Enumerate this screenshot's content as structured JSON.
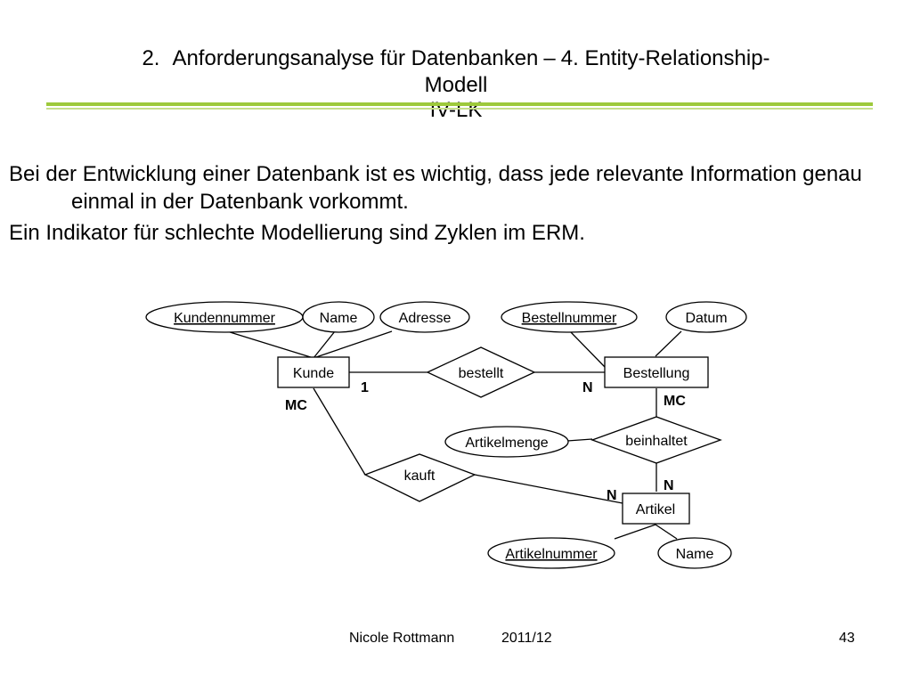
{
  "title": {
    "number": "2.",
    "text": "Anforderungsanalyse für Datenbanken",
    "separator": "–",
    "rest_line1": "4. Entity-Relationship-",
    "line2": "Modell",
    "line3": "IV-LK"
  },
  "body": {
    "paragraphs": [
      "Bei der Entwicklung einer Datenbank ist es wichtig, dass jede relevante Information genau einmal in der Datenbank vorkommt.",
      "Ein Indikator für schlechte Modellierung sind Zyklen im ERM."
    ]
  },
  "diagram": {
    "entities": {
      "kunde": "Kunde",
      "bestellung": "Bestellung",
      "artikel": "Artikel"
    },
    "relationships": {
      "bestellt": "bestellt",
      "beinhaltet": "beinhaltet",
      "kauft": "kauft"
    },
    "attributes": {
      "kundennummer": "Kundennummer",
      "kunde_name": "Name",
      "adresse": "Adresse",
      "bestellnummer": "Bestellnummer",
      "datum": "Datum",
      "artikelmenge": "Artikelmenge",
      "artikelnummer": "Artikelnummer",
      "artikel_name": "Name"
    },
    "cardinalities": {
      "kunde_bestellt": "1",
      "bestellung_bestellt": "N",
      "kunde_kauft": "MC",
      "bestellung_beinhaltet": "MC",
      "artikel_beinhaltet": "N",
      "artikel_kauft": "N"
    }
  },
  "footer": {
    "author": "Nicole Rottmann",
    "date": "2011/12",
    "page": "43"
  }
}
